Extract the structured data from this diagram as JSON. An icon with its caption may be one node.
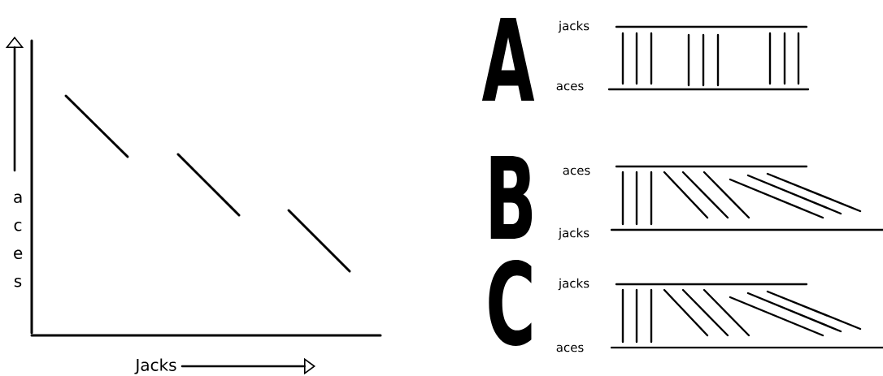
{
  "diagram": {
    "labels": [
      "aces",
      "Jacks",
      "A",
      "jacks",
      "aces",
      "B",
      "aces",
      "jacks",
      "C",
      "jacks",
      "aces"
    ]
  }
}
